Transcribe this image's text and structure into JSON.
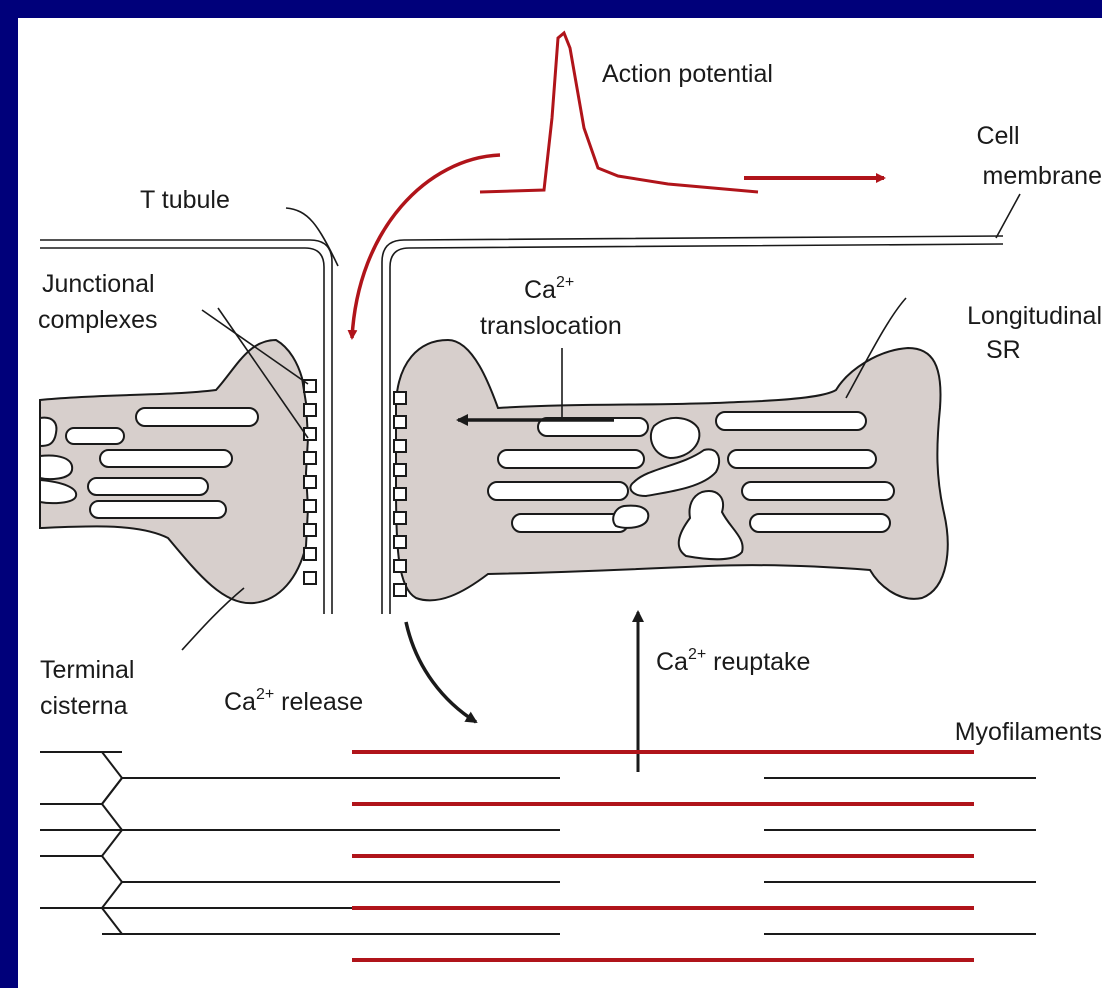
{
  "labels": {
    "action_potential": "Action potential",
    "cell_membrane_line1": "Cell",
    "cell_membrane_line2": "membrane",
    "t_tubule": "T tubule",
    "junctional_line1": "Junctional",
    "junctional_line2": "complexes",
    "ca": "Ca",
    "charge": "2+",
    "translocation": "translocation",
    "longitudinal_line1": "Longitudinal",
    "longitudinal_line2": "SR",
    "terminal_line1": "Terminal",
    "terminal_line2": "cisterna",
    "release": " release",
    "reuptake": " reuptake",
    "myofilaments": "Myofilaments"
  },
  "colors": {
    "background": "#00007a",
    "panel": "#ffffff",
    "red": "#b0141a",
    "ink": "#1a1a1a",
    "sr_fill": "#d7cfcc"
  }
}
